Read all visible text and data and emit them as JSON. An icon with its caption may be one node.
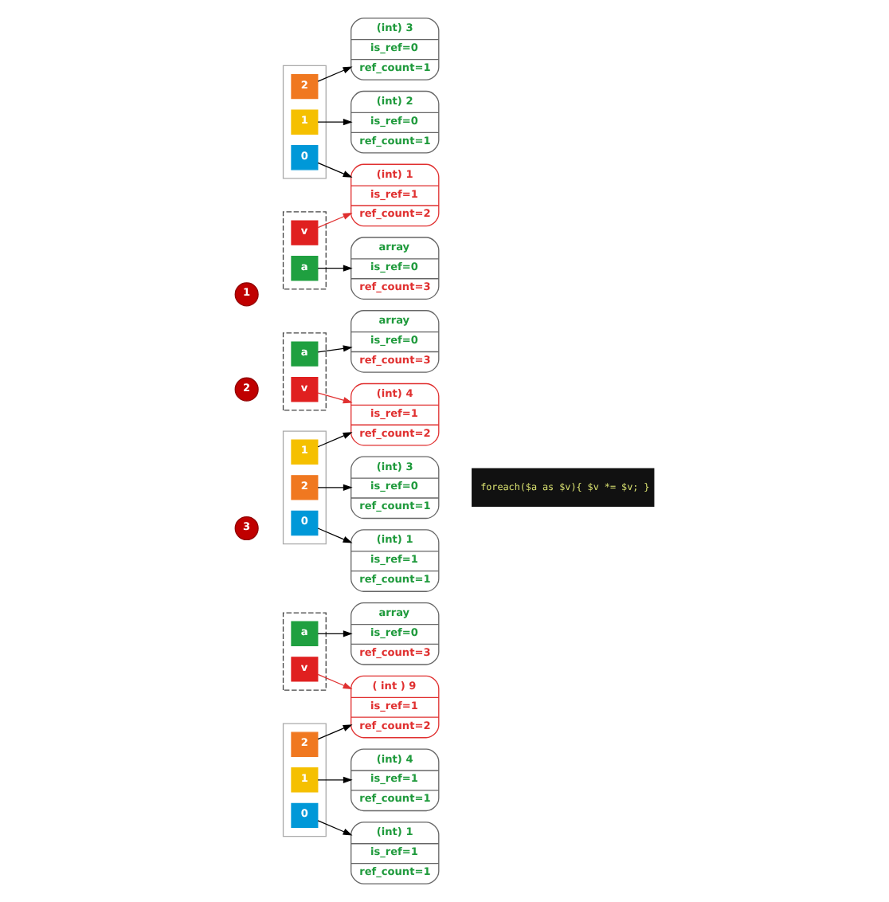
{
  "diagram": {
    "nodes": [
      {
        "text": [],
        "shape": "box"
      },
      {
        "text": [
          "v"
        ],
        "in": 0
      },
      {
        "text": [
          "a"
        ],
        "in": 0
      },
      {
        "text": [
          "array",
          "is_ref=0",
          "ref_count=3"
        ]
      },
      {
        "text": [],
        "shape": "box"
      },
      {
        "text": [
          "0"
        ],
        "in": 4
      },
      {
        "text": [
          "1"
        ],
        "in": 4
      },
      {
        "text": [
          "2"
        ],
        "in": 4
      },
      {
        "text": [
          "(int) 1",
          "is_ref=1",
          "ref_count=2"
        ]
      },
      {
        "text": [
          "(int) 2",
          "is_ref=0",
          "ref_count=1"
        ]
      },
      {
        "text": [
          "(int) 3",
          "is_ref=0",
          "ref_count=1"
        ]
      },
      {
        "text": [],
        "shape": "box"
      },
      {
        "text": [
          "v"
        ],
        "in": 11
      },
      {
        "text": [
          "a"
        ],
        "in": 11
      },
      {
        "text": [
          "array",
          "is_ref=0",
          "ref_count=3"
        ]
      },
      {
        "text": [],
        "shape": "box"
      },
      {
        "text": [
          "0"
        ],
        "in": 15
      },
      {
        "text": [
          "1"
        ],
        "in": 15
      },
      {
        "text": [
          "2"
        ],
        "in": 15
      },
      {
        "text": [
          "(int) 1",
          "is_ref=1",
          "ref_count=1"
        ]
      },
      {
        "text": [
          "(int) 4",
          "is_ref=1",
          "ref_count=2"
        ]
      },
      {
        "text": [
          "(int) 3",
          "is_ref=0",
          "ref_count=1"
        ]
      },
      {
        "text": [],
        "shape": "box"
      },
      {
        "text": [
          "a"
        ],
        "in": 22
      },
      {
        "text": [
          "v"
        ],
        "in": 22
      },
      {
        "text": [
          "array",
          "is_ref=0",
          "ref_count=3"
        ]
      },
      {
        "text": [],
        "shape": "box"
      },
      {
        "text": [
          "0"
        ],
        "in": 26
      },
      {
        "text": [
          "1"
        ],
        "in": 26
      },
      {
        "text": [
          "2"
        ],
        "in": 26
      },
      {
        "text": [
          "(int) 1",
          "is_ref=1",
          "ref_count=1"
        ]
      },
      {
        "text": [
          "(int) 4",
          "is_ref=1",
          "ref_count=1"
        ]
      },
      {
        "text": [
          "( int ) 9",
          "is_ref=1",
          "ref_count=2"
        ]
      },
      {
        "text": [
          "foreach($a as $v){ $v *= $v; }"
        ]
      },
      {
        "text": [
          "1"
        ]
      },
      {
        "text": [
          "2"
        ]
      },
      {
        "text": [
          "3"
        ]
      }
    ],
    "edges": [
      {
        "from": 1,
        "to": 8,
        "arrow": "to",
        "color": "#e03030"
      },
      {
        "from": 2,
        "to": 3,
        "arrow": "to"
      },
      {
        "from": 5,
        "to": 8,
        "arrow": "to"
      },
      {
        "from": 6,
        "to": 9,
        "arrow": "to"
      },
      {
        "from": 7,
        "to": 10,
        "arrow": "to"
      },
      {
        "from": 12,
        "to": 20,
        "arrow": "to",
        "color": "#e03030"
      },
      {
        "from": 13,
        "to": 14,
        "arrow": "to"
      },
      {
        "from": 16,
        "to": 19,
        "arrow": "to"
      },
      {
        "from": 17,
        "to": 20,
        "arrow": "to"
      },
      {
        "from": 18,
        "to": 21,
        "arrow": "to"
      },
      {
        "from": 23,
        "to": 25,
        "arrow": "to"
      },
      {
        "from": 27,
        "to": 30,
        "arrow": "to"
      },
      {
        "from": 28,
        "to": 31,
        "arrow": "to"
      },
      {
        "from": 29,
        "to": 32,
        "arrow": "to"
      },
      {
        "from": 24,
        "to": 32,
        "arrow": "to",
        "color": "#e03030"
      }
    ]
  }
}
